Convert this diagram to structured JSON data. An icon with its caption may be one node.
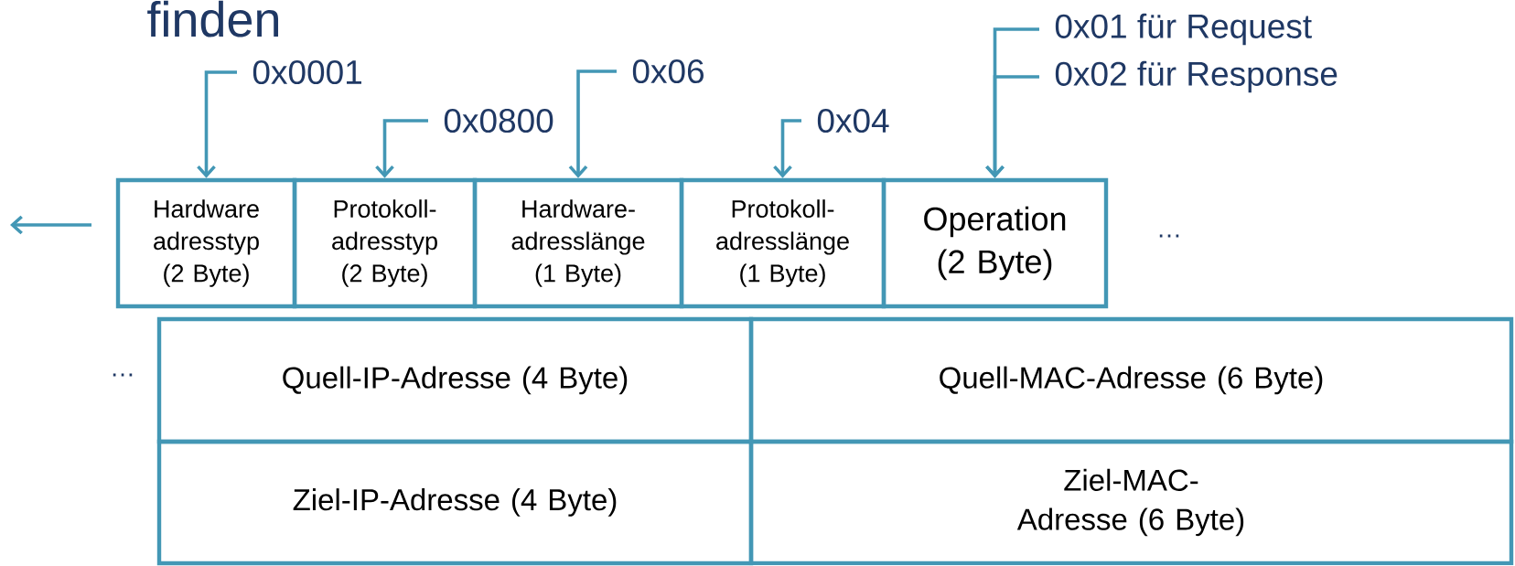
{
  "diagram": {
    "title": "finden",
    "nodes": [
      {
        "text": [
          "Hardware adresstyp (2 Byte)"
        ]
      },
      {
        "text": [
          "Protokoll- adresstyp (2 Byte)"
        ]
      },
      {
        "text": [
          "Hardware- adresslänge (1 Byte)"
        ]
      },
      {
        "text": [
          "Protokoll- adresslänge (1 Byte)"
        ]
      },
      {
        "text": [
          "Operation (2 Byte)"
        ]
      },
      {
        "text": [
          "Quell-IP-Adresse (4 Byte)"
        ]
      },
      {
        "text": [
          "Quell-MAC-Adresse (6 Byte)"
        ]
      },
      {
        "text": [
          "Ziel-IP-Adresse (4 Byte)"
        ]
      },
      {
        "text": [
          "Ziel-MAC-Adresse (6 Byte)"
        ]
      },
      {
        "text": [
          "0x0001"
        ]
      },
      {
        "text": [
          "0x0800"
        ]
      },
      {
        "text": [
          "0x06"
        ]
      },
      {
        "text": [
          "0x04"
        ]
      },
      {
        "text": [
          "0x01 für Request"
        ]
      },
      {
        "text": [
          "0x02 für Response"
        ]
      }
    ],
    "edges": [
      {
        "from": 9,
        "to": 0,
        "arrow": "to"
      },
      {
        "from": 10,
        "to": 1,
        "arrow": "to"
      },
      {
        "from": 11,
        "to": 2,
        "arrow": "to"
      },
      {
        "from": 12,
        "to": 3,
        "arrow": "to"
      },
      {
        "from": 13,
        "to": 4,
        "arrow": "to"
      },
      {
        "from": 14,
        "to": 4,
        "arrow": "to"
      }
    ],
    "labels": [
      "…",
      "…"
    ]
  }
}
